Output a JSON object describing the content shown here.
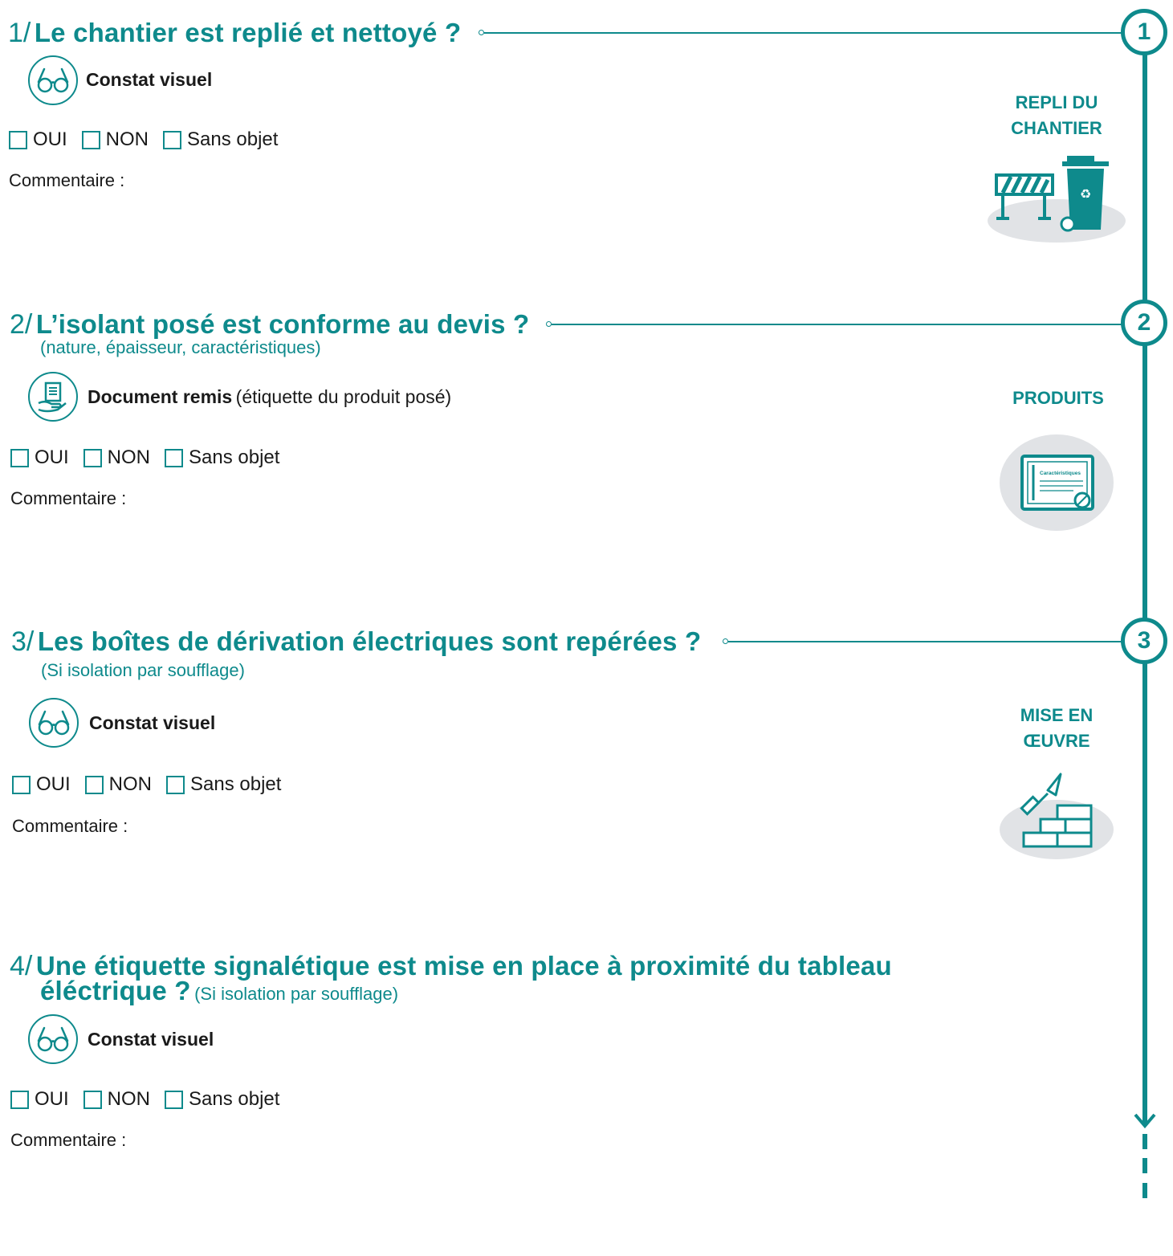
{
  "questions": [
    {
      "num": "1/",
      "title": "Le chantier est replié et nettoyé ?",
      "method": "Constat visuel",
      "marker": "1"
    },
    {
      "num": "2/",
      "title": "L’isolant posé est conforme au devis ?",
      "subtitle": "(nature, épaisseur, caractéristiques)",
      "method": "Document remis",
      "method_extra": "(étiquette du produit posé)",
      "marker": "2"
    },
    {
      "num": "3/",
      "title": "Les boîtes de dérivation électriques sont repérées ?",
      "subtitle": "(Si isolation par soufflage)",
      "method": "Constat visuel",
      "marker": "3"
    },
    {
      "num": "4/",
      "title_line1": "Une étiquette signalétique est mise en place à proximité du tableau",
      "title_line2": "éléctrique ?",
      "subtitle": "(Si isolation par soufflage)",
      "method": "Constat visuel"
    }
  ],
  "options": {
    "yes": "OUI",
    "no": "NON",
    "na": "Sans objet"
  },
  "comment_label": "Commentaire :",
  "categories": {
    "c1_line1": "REPLI DU",
    "c1_line2": "CHANTIER",
    "c2": "PRODUITS",
    "c3_line1": "MISE EN",
    "c3_line2": "ŒUVRE",
    "label_text": "Caractéristiques"
  },
  "colors": {
    "accent": "#0e8a8c",
    "grey": "#e1e3e6"
  }
}
